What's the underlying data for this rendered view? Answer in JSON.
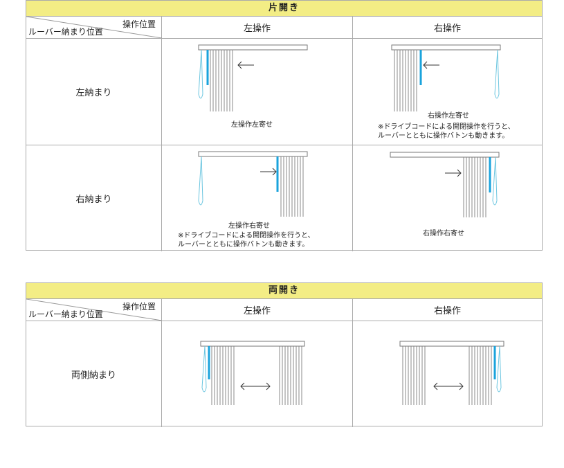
{
  "single": {
    "title": "片開き",
    "header_op": "操作位置",
    "header_pos": "ルーバー納まり位置",
    "col_left": "左操作",
    "col_right": "右操作",
    "rows": [
      {
        "label": "左納まり",
        "left_caption": "左操作左寄せ",
        "right_caption": "右操作左寄せ"
      },
      {
        "label": "右納まり",
        "left_caption": "左操作右寄せ",
        "right_caption": "右操作右寄せ"
      }
    ],
    "note_line1": "※ドライブコードによる開閉操作を行うと、",
    "note_line2": "ルーバーとともに操作バトンも動きます。"
  },
  "double": {
    "title": "両開き",
    "header_op": "操作位置",
    "header_pos": "ルーバー納まり位置",
    "col_left": "左操作",
    "col_right": "右操作",
    "rows": [
      {
        "label": "両側納まり"
      }
    ]
  },
  "colors": {
    "header": "#f3ed85",
    "cord": "#6cc6e0",
    "baton": "#1aa3dc"
  }
}
